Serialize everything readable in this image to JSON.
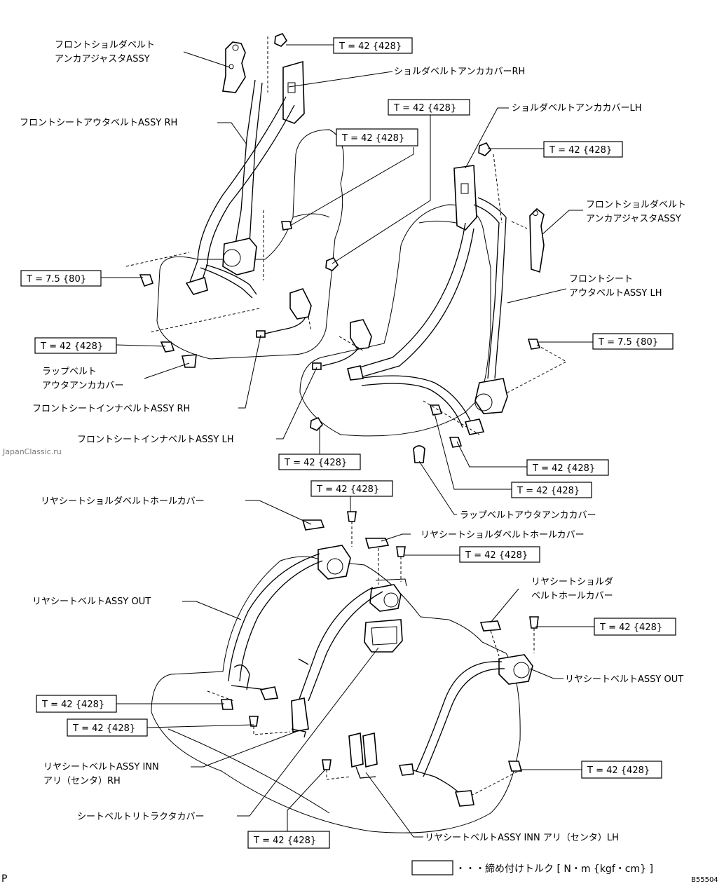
{
  "labels": {
    "front_shoulder_adjuster_rh": [
      "フロントショルダベルト",
      "アンカアジャスタASSY"
    ],
    "shoulder_cover_rh": "ショルダベルトアンカカバーRH",
    "front_outer_belt_rh": "フロントシートアウタベルトASSY RH",
    "shoulder_cover_lh": "ショルダベルトアンカカバーLH",
    "front_shoulder_adjuster_lh": [
      "フロントショルダベルト",
      "アンカアジャスタASSY"
    ],
    "front_outer_belt_lh": [
      "フロントシート",
      "アウタベルトASSY LH"
    ],
    "lap_outer_cover_rh": [
      "ラップベルト",
      "アウタアンカカバー"
    ],
    "front_inner_belt_rh": "フロントシートインナベルトASSY RH",
    "front_inner_belt_lh": "フロントシートインナベルトASSY LH",
    "lap_outer_cover_lh": "ラップベルトアウタアンカカバー",
    "rear_hole_cover_1": "リヤシートショルダベルトホールカバー",
    "rear_hole_cover_2": "リヤシートショルダベルトホールカバー",
    "rear_hole_cover_3": [
      "リヤシートショルダ",
      "ベルトホールカバー"
    ],
    "rear_belt_out_l": "リヤシートベルトASSY OUT",
    "rear_belt_out_r": "リヤシートベルトASSY OUT",
    "rear_inn_rh": [
      "リヤシートベルトASSY INN",
      "アリ（センタ）RH"
    ],
    "retractor_cover": "シートベルトリトラクタカバー",
    "rear_inn_lh": "リヤシートベルトASSY INN アリ（センタ）LH"
  },
  "torque": {
    "t42": "T = 42 {428}",
    "t75": "T = 7.5 {80}"
  },
  "legend": "・・・締め付けトルク [ N・m {kgf・cm} ]",
  "watermark": "JapanClassic.ru",
  "corner_left": "P",
  "figure_code": "B55504"
}
